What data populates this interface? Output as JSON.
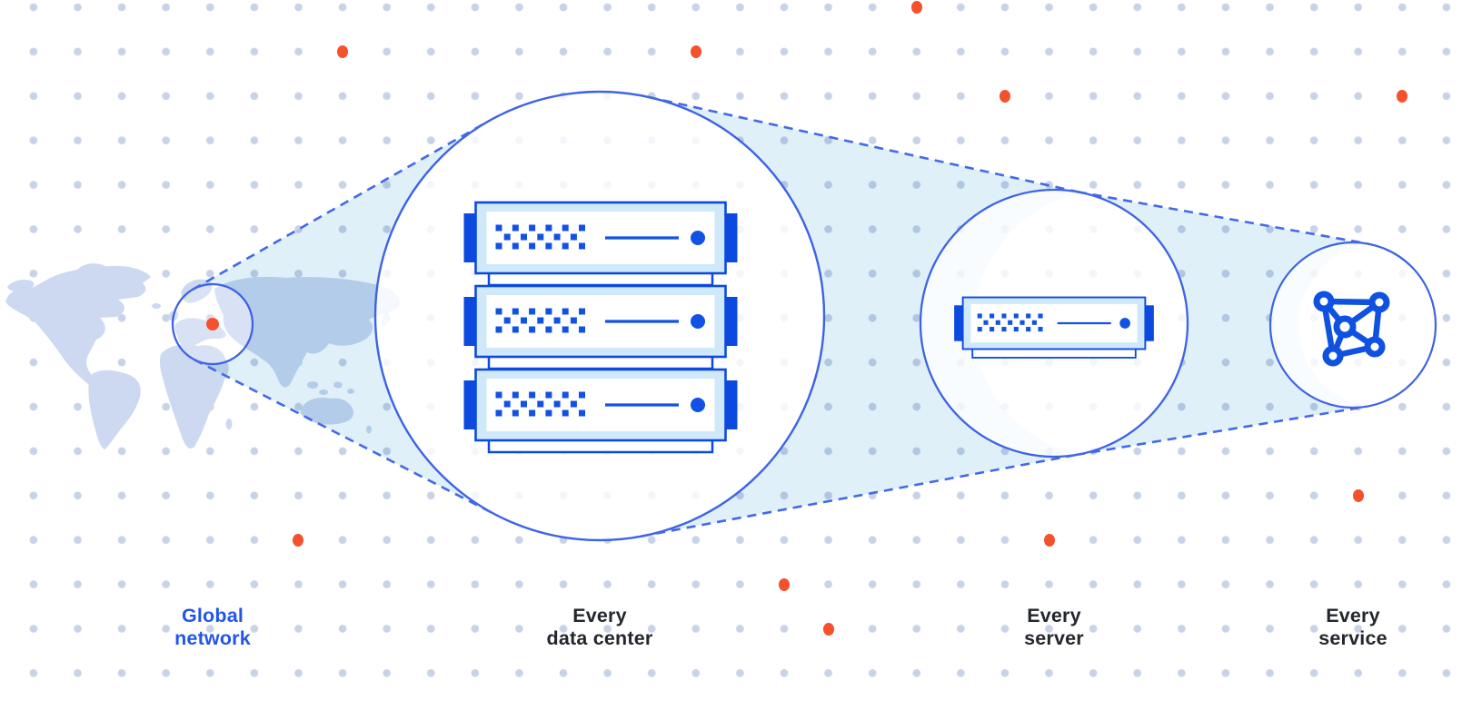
{
  "labels": {
    "global_network": {
      "line1": "Global",
      "line2": "network"
    },
    "every_data_center": {
      "line1": "Every",
      "line2": "data center"
    },
    "every_server": {
      "line1": "Every",
      "line2": "server"
    },
    "every_service": {
      "line1": "Every",
      "line2": "service"
    }
  },
  "icons": {
    "map_marker": "orange-location-dot",
    "data_center": "server-rack-stack",
    "server": "server-unit",
    "service": "network-mesh"
  },
  "colors": {
    "accent_blue": "#2355e8",
    "circle_stroke_blue": "#3e63e4",
    "dash_blue": "#4468e8",
    "server_blue": "#0c4adf",
    "server_fill": "#cfe9fa",
    "cone_fill": "#dff0f8",
    "map_fill": "#cdd9f1",
    "grid_dot": "#c9d3e8",
    "orange": "#f4512c",
    "text_dark": "#23262c"
  }
}
